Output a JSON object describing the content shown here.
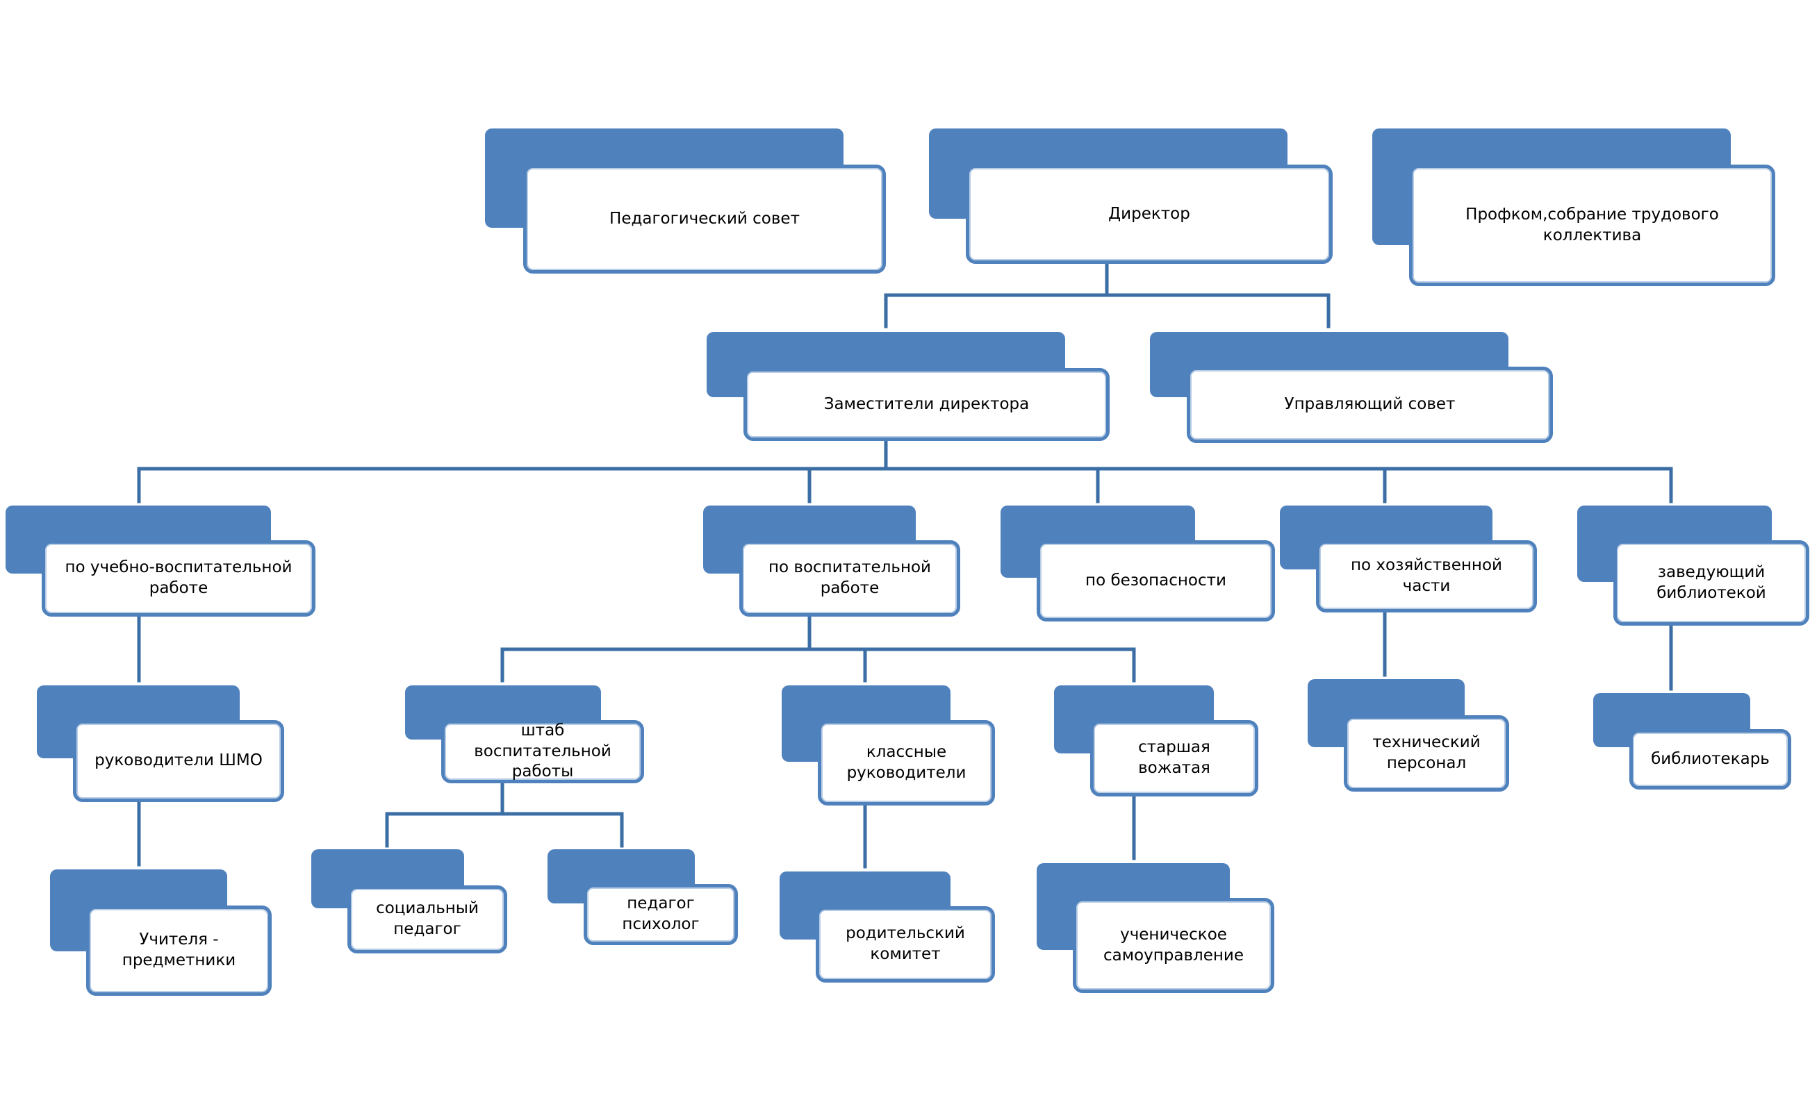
{
  "colors": {
    "box_fill": "#4f81bd",
    "box_border": "#4f81bd",
    "connector": "#3b6ea5",
    "label_text": "#000000"
  },
  "nodes": {
    "ped_council": "Педагогический совет",
    "director": "Директор",
    "profkom": "Профком,собрание трудового коллектива",
    "deputies": "Заместители директора",
    "governing_council": "Управляющий совет",
    "educational_work": "по учебно-воспитательной\nработе",
    "upbringing_work": "по воспитательной\nработе",
    "safety": "по безопасности",
    "household": "по хозяйственной части",
    "library_head": "заведующий\nбиблиотекой",
    "shmo_heads": "руководители ШМО",
    "upbringing_staff": "штаб воспитательной\nработы",
    "class_teachers": "классные\nруководители",
    "senior_counselor": "старшая вожатая",
    "tech_staff": "технический\nперсонал",
    "librarian": "библиотекарь",
    "subject_teachers": "Учителя -\nпредметники",
    "social_pedagogue": "социальный\nпедагог",
    "psychologist": "педагог\nпсихолог",
    "parent_committee": "родительский\nкомитет",
    "student_government": "ученическое\nсамоуправление"
  }
}
